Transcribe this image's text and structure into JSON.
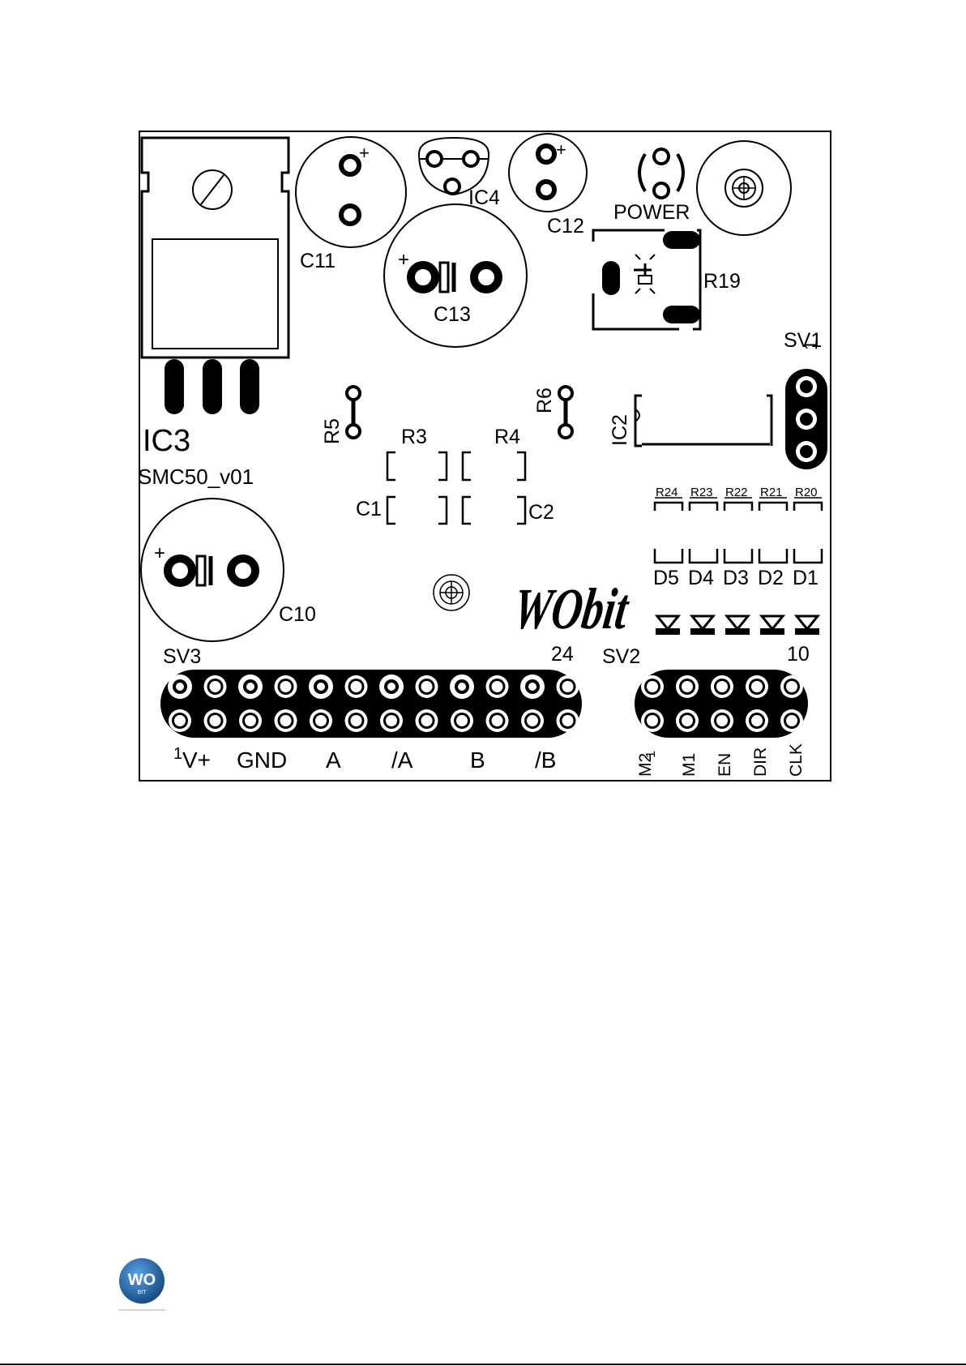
{
  "labels": {
    "ic3": "IC3",
    "board_name": "SMC50_v01",
    "c11": "C11",
    "c13": "C13",
    "ic4": "IC4",
    "c12": "C12",
    "power": "POWER",
    "r19": "R19",
    "sv1": "SV1",
    "sv1_pin1": "1",
    "ic2": "IC2",
    "r5": "R5",
    "r6": "R6",
    "r3": "R3",
    "r4": "R4",
    "c1": "C1",
    "c2": "C2",
    "c10": "C10",
    "r24": "R24",
    "r23": "R23",
    "r22": "R22",
    "r21": "R21",
    "r20": "R20",
    "d5": "D5",
    "d4": "D4",
    "d3": "D3",
    "d2": "D2",
    "d1": "D1",
    "sv3": "SV3",
    "sv3_pin24": "24",
    "sv3_pin1": "1",
    "sv2": "SV2",
    "sv2_pin10": "10",
    "sv2_pin1": "1",
    "vplus": "V+",
    "gnd": "GND",
    "a": "A",
    "a_inv": "/A",
    "b": "B",
    "b_inv": "/B",
    "m2": "M2",
    "m1": "M1",
    "en": "EN",
    "dir": "DIR",
    "clk": "CLK",
    "wobit_brand": "WObit"
  },
  "logo": {
    "text": "WO",
    "subtext": "BIT",
    "color": "#1d5fa6"
  },
  "colors": {
    "silkscreen": "#000000",
    "board": "#ffffff"
  }
}
